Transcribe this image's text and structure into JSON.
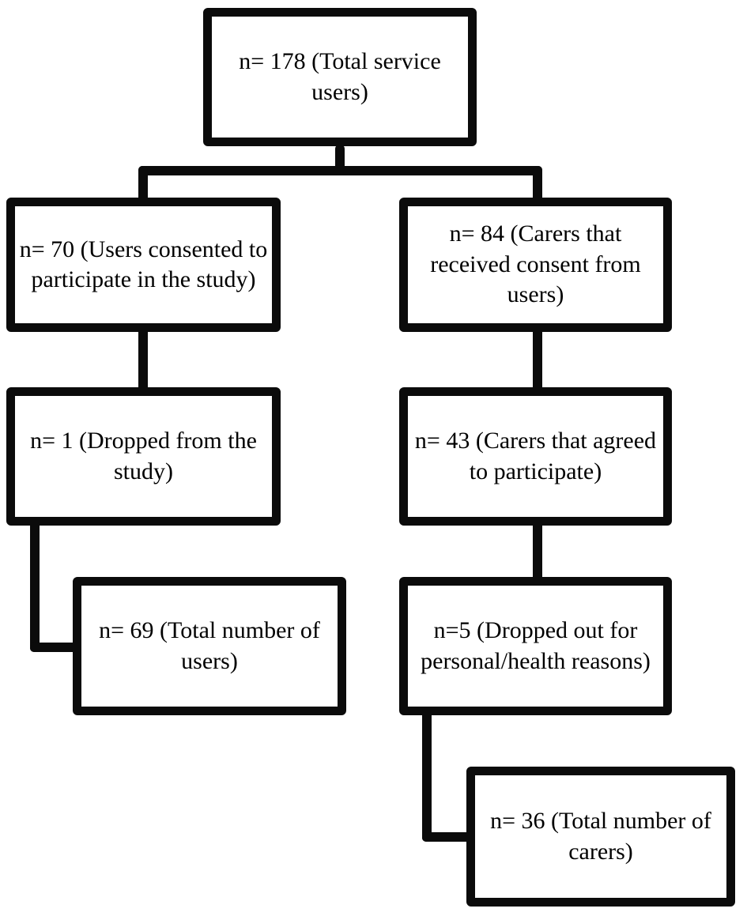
{
  "figure": {
    "type": "flowchart",
    "background_color": "#ffffff",
    "line_color": "#0b0b0b",
    "box_fill_color": "#ffffff",
    "nodes": {
      "total_service_users": "n= 178 (Total service users)",
      "users_consented": "n= 70 (Users consented to participate in the study)",
      "carers_received_consent": "n= 84 (Carers that received consent from users)",
      "users_dropped": "n= 1 (Dropped from the study)",
      "carers_agreed": "n= 43 (Carers that agreed to participate)",
      "users_total": "n= 69 (Total number of users)",
      "carers_dropped": "n=5 (Dropped out for personal/health reasons)",
      "carers_total": "n= 36 (Total number of carers)"
    },
    "edges": [
      {
        "from": "total_service_users",
        "to": "users_consented"
      },
      {
        "from": "total_service_users",
        "to": "carers_received_consent"
      },
      {
        "from": "users_consented",
        "to": "users_dropped"
      },
      {
        "from": "users_dropped",
        "to": "users_total"
      },
      {
        "from": "carers_received_consent",
        "to": "carers_agreed"
      },
      {
        "from": "carers_agreed",
        "to": "carers_dropped"
      },
      {
        "from": "carers_dropped",
        "to": "carers_total"
      }
    ]
  }
}
